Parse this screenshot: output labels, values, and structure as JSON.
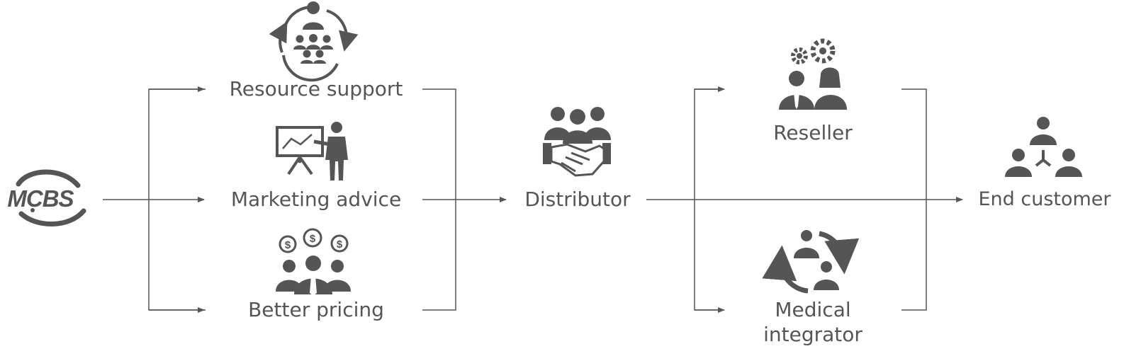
{
  "logo": {
    "text": "MCBS"
  },
  "benefits": [
    {
      "label": "Resource support",
      "icon": "people-cycle-icon"
    },
    {
      "label": "Marketing advice",
      "icon": "presentation-icon"
    },
    {
      "label": "Better pricing",
      "icon": "pricing-icon"
    }
  ],
  "distributor": {
    "label": "Distributor",
    "icon": "handshake-icon"
  },
  "channels": [
    {
      "label": "Reseller",
      "icon": "team-gears-icon"
    },
    {
      "label_lines": [
        "Medical",
        "integrator"
      ],
      "icon": "integrator-cycle-icon"
    }
  ],
  "end_customer": {
    "label": "End customer",
    "icon": "network-people-icon"
  },
  "colors": {
    "icon": "#555555",
    "text": "#555555",
    "line": "#555555",
    "background": "#ffffff"
  }
}
